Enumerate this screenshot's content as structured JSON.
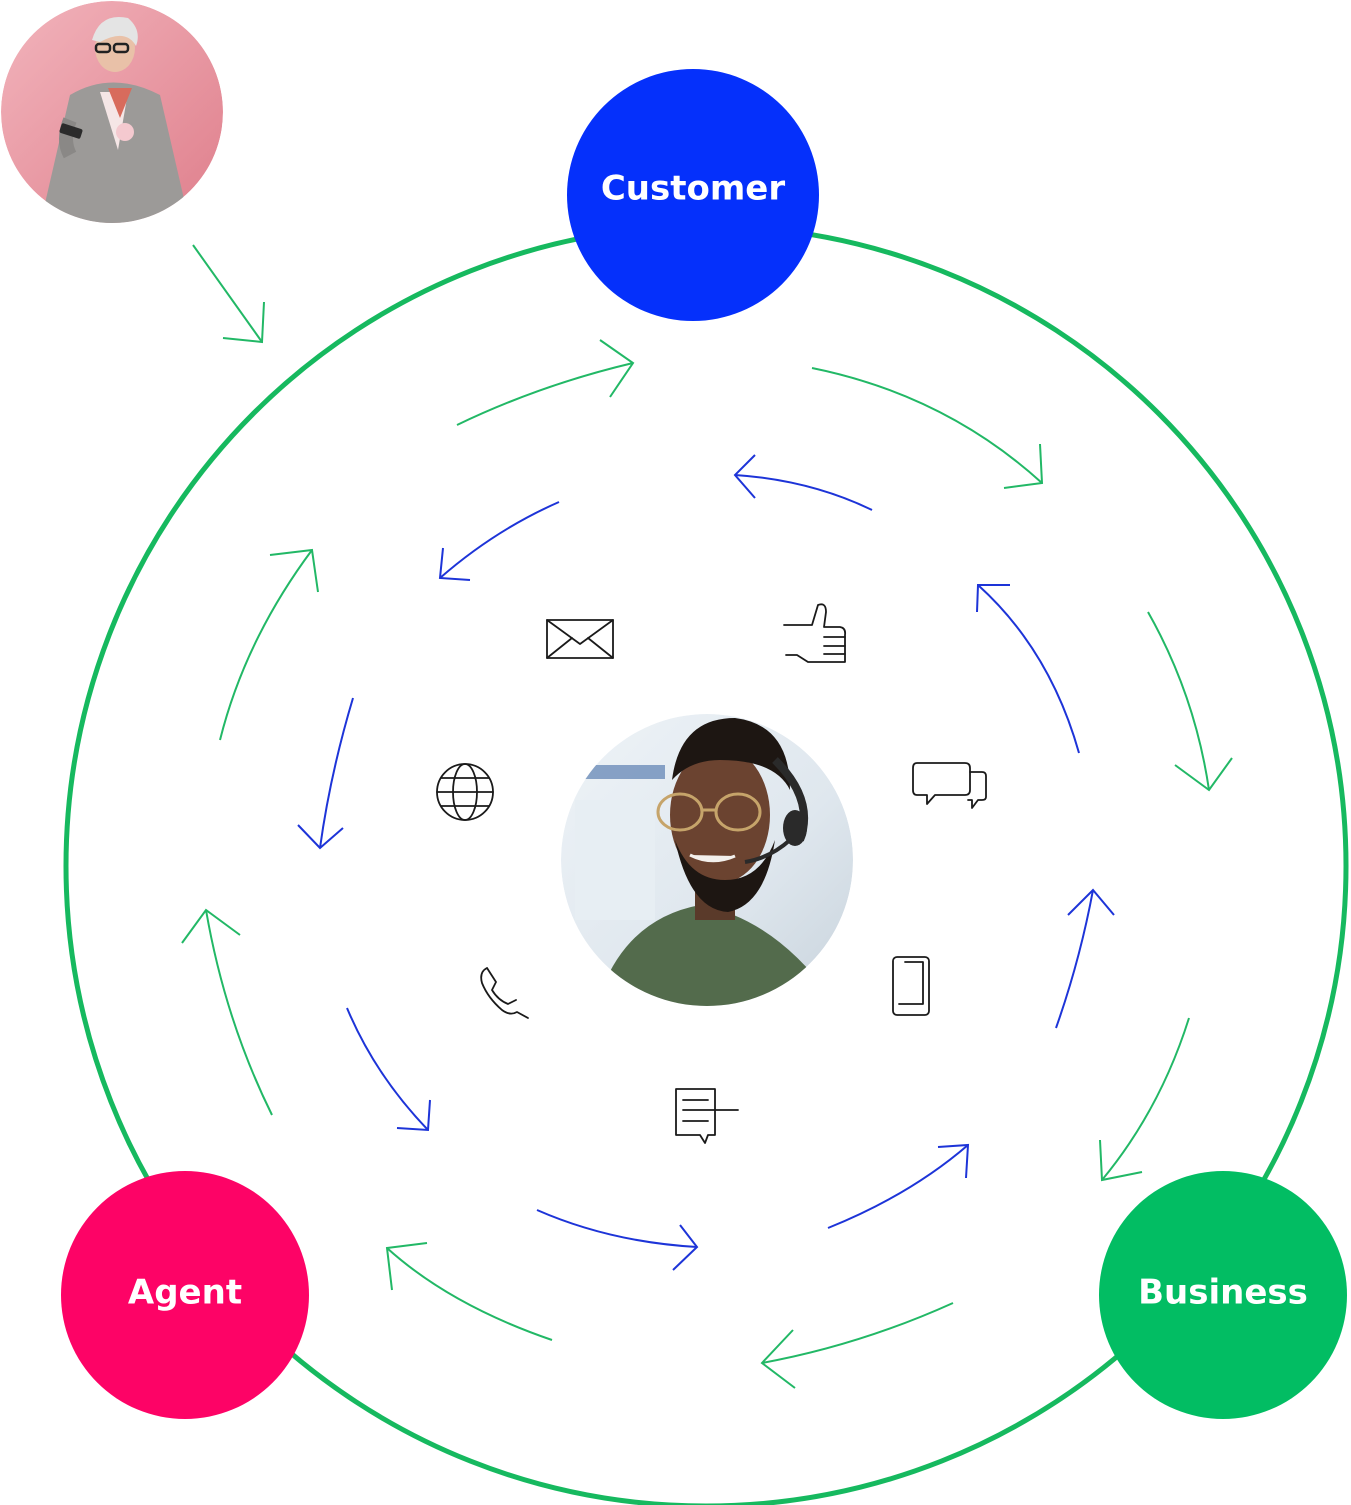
{
  "nodes": {
    "customer": {
      "label": "Customer",
      "color": "#0530fb"
    },
    "agent": {
      "label": "Agent",
      "color": "#fd0366"
    },
    "business": {
      "label": "Business",
      "color": "#02bd63"
    }
  },
  "colors": {
    "outer_ring": "#16b95f",
    "arrow_green": "#22b866",
    "arrow_blue": "#1d34d8",
    "icon_stroke": "#1a1a1a"
  },
  "photos": {
    "customer_photo": "photo-woman-with-phone",
    "center_photo": "photo-support-agent-headset"
  },
  "channel_icons": [
    "envelope-icon",
    "thumbs-up-icon",
    "globe-icon",
    "chat-bubbles-icon",
    "phone-icon",
    "mobile-icon",
    "message-icon"
  ]
}
